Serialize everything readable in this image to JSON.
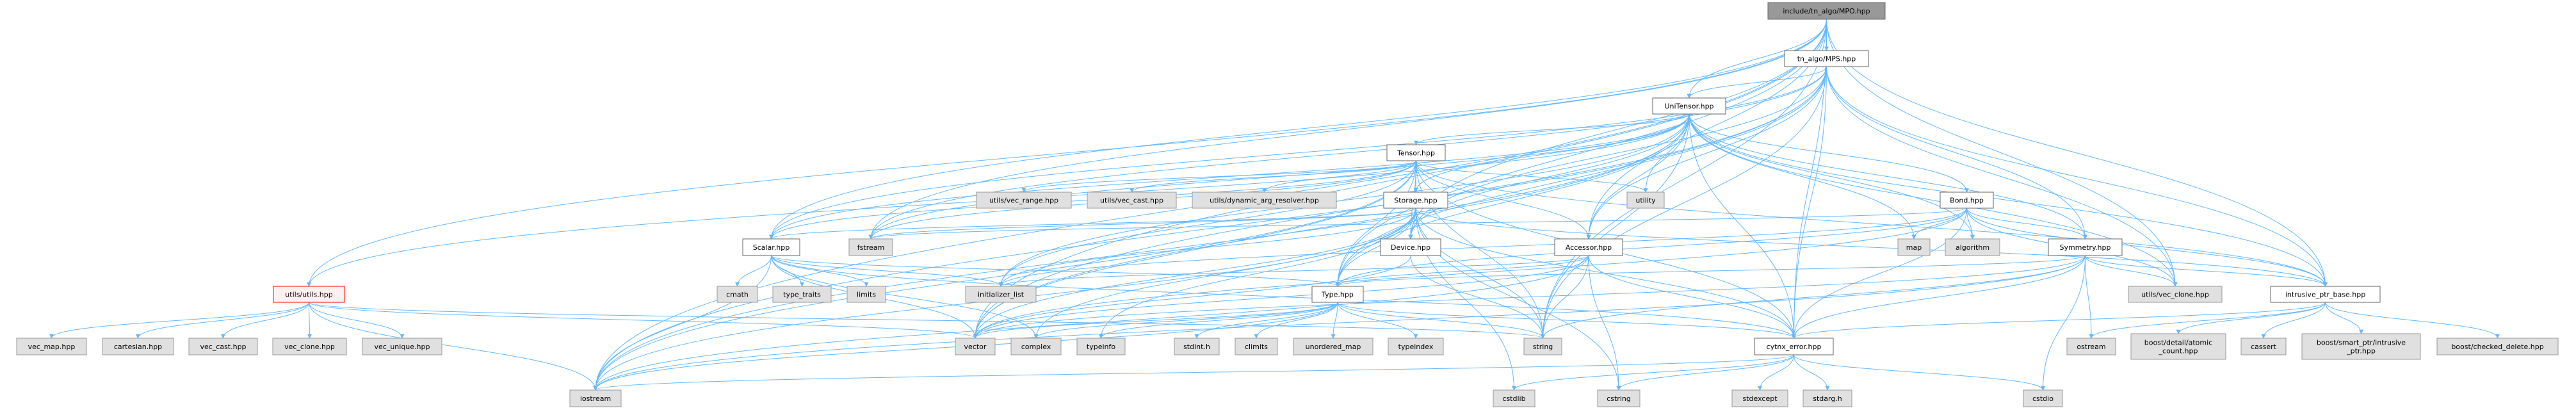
{
  "colors": {
    "edge": "#63b8ff",
    "root_fill": "#999999",
    "doc_fill": "#ffffff",
    "ext_fill": "#e0e0e0",
    "warn_border": "#ff0000",
    "warn_fill": "#fff0f0"
  },
  "nodes": {
    "mpo": {
      "label": "include/tn_algo/MPO.hpp",
      "kind": "root"
    },
    "mps": {
      "label": "tn_algo/MPS.hpp",
      "kind": "doc"
    },
    "unitensor": {
      "label": "UniTensor.hpp",
      "kind": "doc"
    },
    "tensor": {
      "label": "Tensor.hpp",
      "kind": "doc"
    },
    "storage": {
      "label": "Storage.hpp",
      "kind": "doc"
    },
    "bond": {
      "label": "Bond.hpp",
      "kind": "doc"
    },
    "symmetry": {
      "label": "Symmetry.hpp",
      "kind": "doc"
    },
    "scalar": {
      "label": "Scalar.hpp",
      "kind": "doc"
    },
    "device": {
      "label": "Device.hpp",
      "kind": "doc"
    },
    "accessor": {
      "label": "Accessor.hpp",
      "kind": "doc"
    },
    "type": {
      "label": "Type.hpp",
      "kind": "doc"
    },
    "cytnx_error": {
      "label": "cytnx_error.hpp",
      "kind": "doc"
    },
    "intrusive_ptr_base": {
      "label": "intrusive_ptr_base.hpp",
      "kind": "doc"
    },
    "utils": {
      "label": "utils/utils.hpp",
      "kind": "warn"
    },
    "vec_map": {
      "label": "vec_map.hpp",
      "kind": "ext"
    },
    "cartesian": {
      "label": "cartesian.hpp",
      "kind": "ext"
    },
    "vec_cast": {
      "label": "vec_cast.hpp",
      "kind": "ext"
    },
    "vec_clone": {
      "label": "vec_clone.hpp",
      "kind": "ext"
    },
    "vec_unique": {
      "label": "vec_unique.hpp",
      "kind": "ext"
    },
    "iostream": {
      "label": "iostream",
      "kind": "ext"
    },
    "fstream": {
      "label": "fstream",
      "kind": "ext"
    },
    "cmath": {
      "label": "cmath",
      "kind": "ext"
    },
    "type_traits": {
      "label": "type_traits",
      "kind": "ext"
    },
    "limits": {
      "label": "limits",
      "kind": "ext"
    },
    "initializer_list": {
      "label": "initializer_list",
      "kind": "ext"
    },
    "vec_range_u": {
      "label": "utils/vec_range.hpp",
      "kind": "ext"
    },
    "vec_cast_u": {
      "label": "utils/vec_cast.hpp",
      "kind": "ext"
    },
    "dyn_arg": {
      "label": "utils/dynamic_arg_resolver.hpp",
      "kind": "ext"
    },
    "utility": {
      "label": "utility",
      "kind": "ext"
    },
    "vector": {
      "label": "vector",
      "kind": "ext"
    },
    "complex": {
      "label": "complex",
      "kind": "ext"
    },
    "typeinfo": {
      "label": "typeinfo",
      "kind": "ext"
    },
    "stdint": {
      "label": "stdint.h",
      "kind": "ext"
    },
    "climits": {
      "label": "climits",
      "kind": "ext"
    },
    "unordered_map": {
      "label": "unordered_map",
      "kind": "ext"
    },
    "typeindex": {
      "label": "typeindex",
      "kind": "ext"
    },
    "string": {
      "label": "string",
      "kind": "ext"
    },
    "cstdlib": {
      "label": "cstdlib",
      "kind": "ext"
    },
    "cstring": {
      "label": "cstring",
      "kind": "ext"
    },
    "stdexcept": {
      "label": "stdexcept",
      "kind": "ext"
    },
    "stdarg": {
      "label": "stdarg.h",
      "kind": "ext"
    },
    "cstdio": {
      "label": "cstdio",
      "kind": "ext"
    },
    "map": {
      "label": "map",
      "kind": "ext"
    },
    "algorithm": {
      "label": "algorithm",
      "kind": "ext"
    },
    "vec_clone_u": {
      "label": "utils/vec_clone.hpp",
      "kind": "ext"
    },
    "ostream": {
      "label": "ostream",
      "kind": "ext"
    },
    "atomic_count": {
      "label": "boost/detail/atomic\n_count.hpp",
      "kind": "ext"
    },
    "cassert": {
      "label": "cassert",
      "kind": "ext"
    },
    "intrusive_ptr": {
      "label": "boost/smart_ptr/intrusive\n_ptr.hpp",
      "kind": "ext"
    },
    "checked_delete": {
      "label": "boost/checked_delete.hpp",
      "kind": "ext"
    }
  },
  "edges": [
    [
      "mpo",
      "mps"
    ],
    [
      "mpo",
      "unitensor"
    ],
    [
      "mpo",
      "scalar"
    ],
    [
      "mpo",
      "utils"
    ],
    [
      "mpo",
      "vector"
    ],
    [
      "mpo",
      "iostream"
    ],
    [
      "mpo",
      "fstream"
    ],
    [
      "mpo",
      "string"
    ],
    [
      "mpo",
      "cytnx_error"
    ],
    [
      "mpo",
      "intrusive_ptr_base"
    ],
    [
      "mpo",
      "type"
    ],
    [
      "mpo",
      "accessor"
    ],
    [
      "mpo",
      "device"
    ],
    [
      "mpo",
      "vec_clone_u"
    ],
    [
      "mps",
      "unitensor"
    ],
    [
      "mps",
      "cytnx_error"
    ],
    [
      "mps",
      "device"
    ],
    [
      "mps",
      "type"
    ],
    [
      "mps",
      "intrusive_ptr_base"
    ],
    [
      "mps",
      "scalar"
    ],
    [
      "mps",
      "vector"
    ],
    [
      "mps",
      "iostream"
    ],
    [
      "mps",
      "fstream"
    ],
    [
      "mps",
      "string"
    ],
    [
      "mps",
      "symmetry"
    ],
    [
      "mps",
      "vec_clone_u"
    ],
    [
      "mps",
      "accessor"
    ],
    [
      "unitensor",
      "tensor"
    ],
    [
      "unitensor",
      "storage"
    ],
    [
      "unitensor",
      "bond"
    ],
    [
      "unitensor",
      "symmetry"
    ],
    [
      "unitensor",
      "utility"
    ],
    [
      "unitensor",
      "device"
    ],
    [
      "unitensor",
      "type"
    ],
    [
      "unitensor",
      "accessor"
    ],
    [
      "unitensor",
      "cytnx_error"
    ],
    [
      "unitensor",
      "intrusive_ptr_base"
    ],
    [
      "unitensor",
      "utils"
    ],
    [
      "unitensor",
      "scalar"
    ],
    [
      "unitensor",
      "vector"
    ],
    [
      "unitensor",
      "iostream"
    ],
    [
      "unitensor",
      "fstream"
    ],
    [
      "unitensor",
      "initializer_list"
    ],
    [
      "unitensor",
      "string"
    ],
    [
      "unitensor",
      "vec_clone_u"
    ],
    [
      "unitensor",
      "map"
    ],
    [
      "unitensor",
      "algorithm"
    ],
    [
      "tensor",
      "storage"
    ],
    [
      "tensor",
      "device"
    ],
    [
      "tensor",
      "type"
    ],
    [
      "tensor",
      "accessor"
    ],
    [
      "tensor",
      "cytnx_error"
    ],
    [
      "tensor",
      "intrusive_ptr_base"
    ],
    [
      "tensor",
      "vec_range_u"
    ],
    [
      "tensor",
      "vec_cast_u"
    ],
    [
      "tensor",
      "dyn_arg"
    ],
    [
      "tensor",
      "utility"
    ],
    [
      "tensor",
      "scalar"
    ],
    [
      "tensor",
      "vector"
    ],
    [
      "tensor",
      "iostream"
    ],
    [
      "tensor",
      "fstream"
    ],
    [
      "tensor",
      "initializer_list"
    ],
    [
      "tensor",
      "string"
    ],
    [
      "storage",
      "device"
    ],
    [
      "storage",
      "type"
    ],
    [
      "storage",
      "cytnx_error"
    ],
    [
      "storage",
      "intrusive_ptr_base"
    ],
    [
      "storage",
      "scalar"
    ],
    [
      "storage",
      "vector"
    ],
    [
      "storage",
      "iostream"
    ],
    [
      "storage",
      "fstream"
    ],
    [
      "storage",
      "initializer_list"
    ],
    [
      "storage",
      "string"
    ],
    [
      "storage",
      "complex"
    ],
    [
      "storage",
      "typeinfo"
    ],
    [
      "storage",
      "cstdlib"
    ],
    [
      "storage",
      "cstring"
    ],
    [
      "bond",
      "symmetry"
    ],
    [
      "bond",
      "map"
    ],
    [
      "bond",
      "algorithm"
    ],
    [
      "bond",
      "cytnx_error"
    ],
    [
      "bond",
      "intrusive_ptr_base"
    ],
    [
      "bond",
      "type"
    ],
    [
      "bond",
      "vector"
    ],
    [
      "bond",
      "initializer_list"
    ],
    [
      "bond",
      "fstream"
    ],
    [
      "bond",
      "vec_clone_u"
    ],
    [
      "symmetry",
      "type"
    ],
    [
      "symmetry",
      "cytnx_error"
    ],
    [
      "symmetry",
      "intrusive_ptr_base"
    ],
    [
      "symmetry",
      "vec_clone_u"
    ],
    [
      "symmetry",
      "ostream"
    ],
    [
      "symmetry",
      "cstdio"
    ],
    [
      "symmetry",
      "vector"
    ],
    [
      "symmetry",
      "string"
    ],
    [
      "symmetry",
      "iostream"
    ],
    [
      "scalar",
      "type"
    ],
    [
      "scalar",
      "cytnx_error"
    ],
    [
      "scalar",
      "cmath"
    ],
    [
      "scalar",
      "type_traits"
    ],
    [
      "scalar",
      "limits"
    ],
    [
      "scalar",
      "iostream"
    ],
    [
      "scalar",
      "vector"
    ],
    [
      "scalar",
      "complex"
    ],
    [
      "scalar",
      "initializer_list"
    ],
    [
      "device",
      "string"
    ],
    [
      "device",
      "vector"
    ],
    [
      "accessor",
      "type"
    ],
    [
      "accessor",
      "cytnx_error"
    ],
    [
      "accessor",
      "vector"
    ],
    [
      "accessor",
      "string"
    ],
    [
      "accessor",
      "initializer_list"
    ],
    [
      "accessor",
      "cstring"
    ],
    [
      "accessor",
      "iostream"
    ],
    [
      "type",
      "cytnx_error"
    ],
    [
      "type",
      "string"
    ],
    [
      "type",
      "vector"
    ],
    [
      "type",
      "complex"
    ],
    [
      "type",
      "typeinfo"
    ],
    [
      "type",
      "stdint"
    ],
    [
      "type",
      "climits"
    ],
    [
      "type",
      "unordered_map"
    ],
    [
      "type",
      "typeindex"
    ],
    [
      "type",
      "iostream"
    ],
    [
      "cytnx_error",
      "stdexcept"
    ],
    [
      "cytnx_error",
      "stdarg"
    ],
    [
      "cytnx_error",
      "cstdio"
    ],
    [
      "cytnx_error",
      "cstdlib"
    ],
    [
      "cytnx_error",
      "cstring"
    ],
    [
      "cytnx_error",
      "iostream"
    ],
    [
      "intrusive_ptr_base",
      "cytnx_error"
    ],
    [
      "intrusive_ptr_base",
      "ostream"
    ],
    [
      "intrusive_ptr_base",
      "atomic_count"
    ],
    [
      "intrusive_ptr_base",
      "cassert"
    ],
    [
      "intrusive_ptr_base",
      "intrusive_ptr"
    ],
    [
      "intrusive_ptr_base",
      "checked_delete"
    ],
    [
      "utils",
      "vec_map"
    ],
    [
      "utils",
      "cartesian"
    ],
    [
      "utils",
      "vec_cast"
    ],
    [
      "utils",
      "vec_clone"
    ],
    [
      "utils",
      "vec_unique"
    ],
    [
      "utils",
      "vector"
    ],
    [
      "utils",
      "iostream"
    ],
    [
      "utils",
      "string"
    ]
  ]
}
